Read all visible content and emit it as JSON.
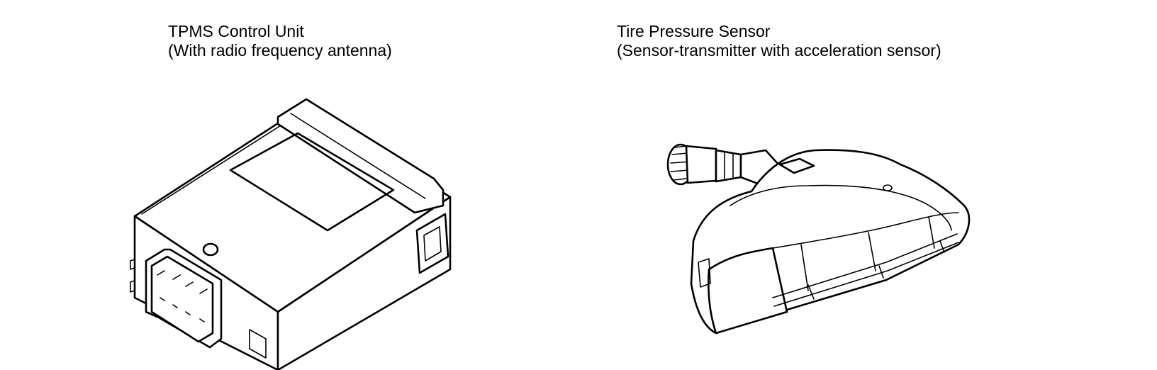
{
  "left_part": {
    "title": "TPMS Control Unit",
    "subtitle": "(With radio frequency antenna)",
    "icon": "control-unit-illustration"
  },
  "right_part": {
    "title": "Tire Pressure Sensor",
    "subtitle": "(Sensor-transmitter with acceleration sensor)",
    "icon": "tire-pressure-sensor-illustration"
  }
}
